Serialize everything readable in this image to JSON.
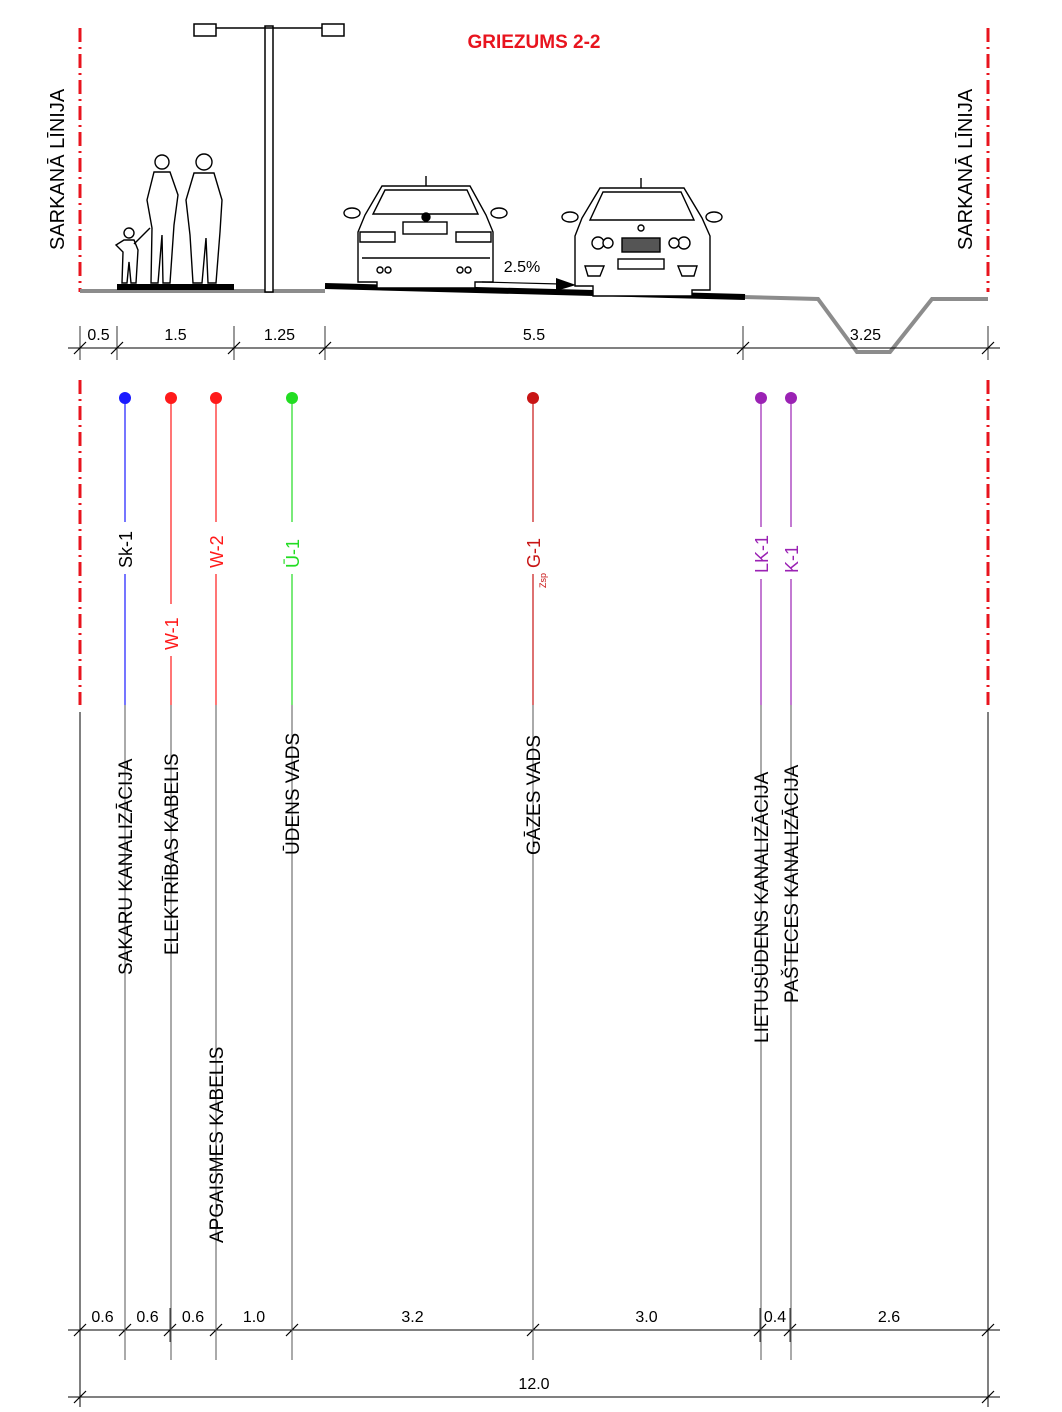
{
  "title": "GRIEZUMS 2-2",
  "red_line_label": "SARKANĀ LĪNIJA",
  "slope_label": "2.5%",
  "top_dims": [
    "0.5",
    "1.5",
    "1.25",
    "5.5",
    "3.25"
  ],
  "bottom_dims": [
    "0.6",
    "0.6",
    "0.6",
    "1.0",
    "3.2",
    "3.0",
    "0.4",
    "2.6"
  ],
  "total_dim": "12.0",
  "utilities": [
    {
      "code": "Sk-1",
      "name": "SAKARU KANALIZĀCIJA",
      "color": "#1a1aff"
    },
    {
      "code": "W-1",
      "name": "ELEKTRĪBAS KABELIS",
      "color": "#ff1a1a"
    },
    {
      "code": "W-2",
      "name": "APGAISMES KABELIS",
      "color": "#ff1a1a"
    },
    {
      "code": "Ū-1",
      "name": "ŪDENS VADS",
      "color": "#22dd22"
    },
    {
      "code": "G-1",
      "sub": "Zsp",
      "name": "GĀZES VADS",
      "color": "#c81414"
    },
    {
      "code": "LK-1",
      "name": "LIETUSŪDENS KANALIZĀCIJA",
      "color": "#9b22b4"
    },
    {
      "code": "K-1",
      "name": "PAŠTECES KANALIZĀCIJA",
      "color": "#9b22b4"
    }
  ],
  "colors": {
    "red_line": "#e8141e",
    "title": "#e8141e",
    "ground": "#8c8c8c",
    "pavement": "#000000"
  }
}
